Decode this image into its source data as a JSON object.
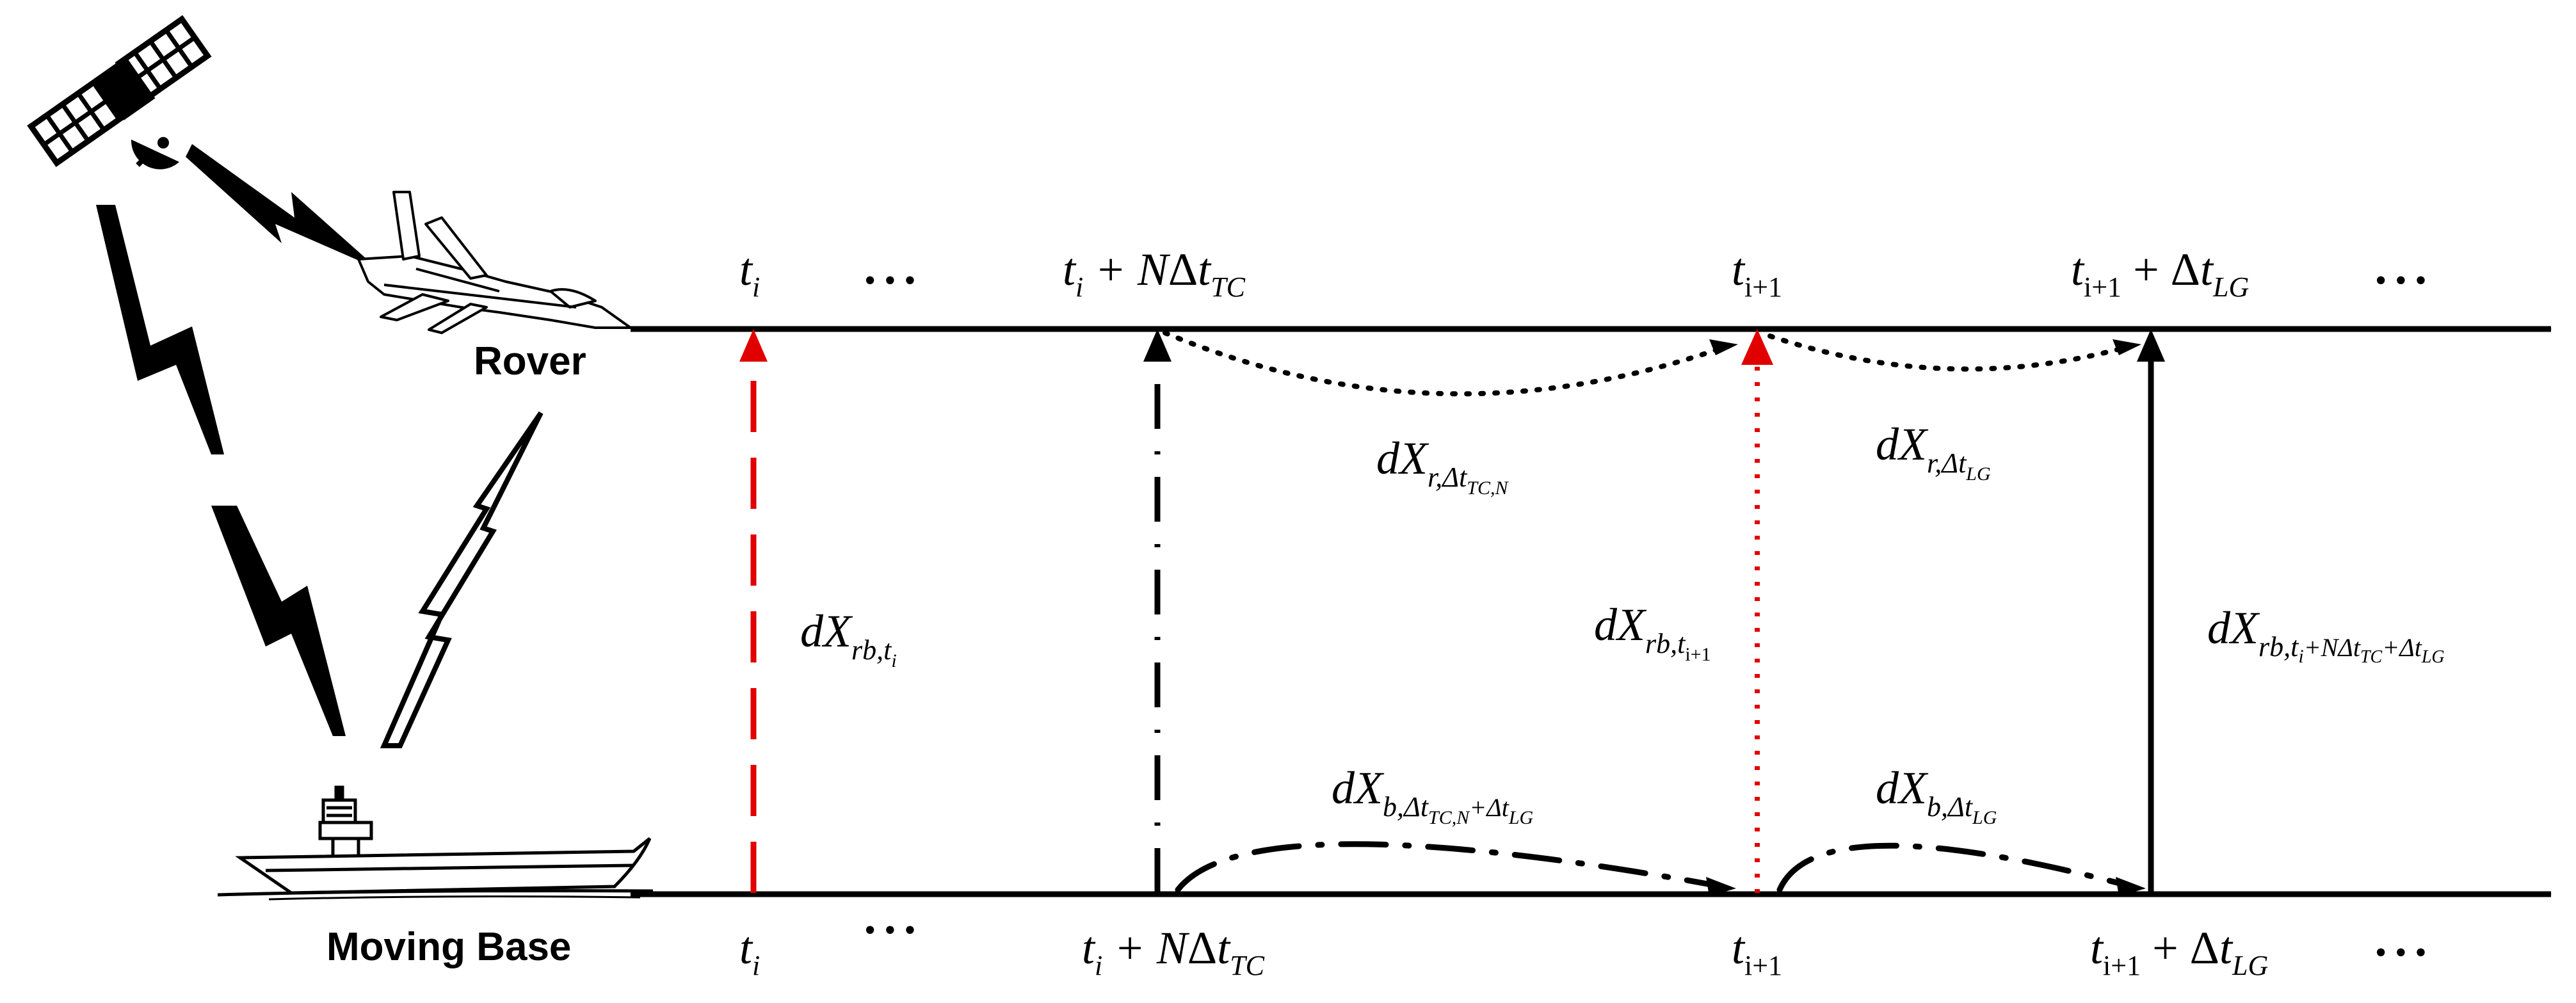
{
  "labels": {
    "rover": "Rover",
    "moving_base": "Moving Base"
  },
  "top_axis": {
    "t_i": {
      "base": "t",
      "sub": "i"
    },
    "ellipsis_1": "• • •",
    "t_i_N": {
      "a": "t",
      "a_sub": "i",
      "mid": " + N",
      "delta": "Δ",
      "b": "t",
      "b_sub": "TC"
    },
    "t_i1": {
      "base": "t",
      "sub": "i+1"
    },
    "t_i1_lg": {
      "a": "t",
      "a_sub": "i+1",
      "mid": " + ",
      "delta": "Δ",
      "b": "t",
      "b_sub": "LG"
    },
    "ellipsis_2": "• • •"
  },
  "bottom_axis": {
    "t_i": {
      "base": "t",
      "sub": "i"
    },
    "ellipsis_1": "• • •",
    "t_i_N": {
      "a": "t",
      "a_sub": "i",
      "mid": " + N",
      "delta": "Δ",
      "b": "t",
      "b_sub": "TC"
    },
    "t_i1": {
      "base": "t",
      "sub": "i+1"
    },
    "t_i1_lg": {
      "a": "t",
      "a_sub": "i+1",
      "mid": " + ",
      "delta": "Δ",
      "b": "t",
      "b_sub": "LG"
    },
    "ellipsis_2": "• • •"
  },
  "formulas": {
    "dX_r_TCN": {
      "base": "dX",
      "sub": "r,Δ",
      "sub_t": "t",
      "subsub": "TC,N"
    },
    "dX_r_LG": {
      "base": "dX",
      "sub": "r,Δ",
      "sub_t": "t",
      "subsub": "LG"
    },
    "dX_rb_ti": {
      "base": "dX",
      "sub": "rb,",
      "sub_t": "t",
      "subsub": "i"
    },
    "dX_rb_ti1": {
      "base": "dX",
      "sub": "rb,",
      "sub_t": "t",
      "subsub": "i+1"
    },
    "dX_rb_full": {
      "base": "dX",
      "sub1": "rb,",
      "t1": "t",
      "s1": "i",
      "mid": "+NΔ",
      "t2": "t",
      "s2": "TC",
      "plus": "+Δ",
      "t3": "t",
      "s3": "LG"
    },
    "dX_b_TCN_LG": {
      "base": "dX",
      "sub1": "b,Δ",
      "t1": "t",
      "s1": "TC,N",
      "plus": "+Δ",
      "t2": "t",
      "s2": "LG"
    },
    "dX_b_LG": {
      "base": "dX",
      "sub": "b,Δ",
      "sub_t": "t",
      "subsub": "LG"
    }
  },
  "colors": {
    "line": "#000000",
    "red": "#e00000"
  }
}
